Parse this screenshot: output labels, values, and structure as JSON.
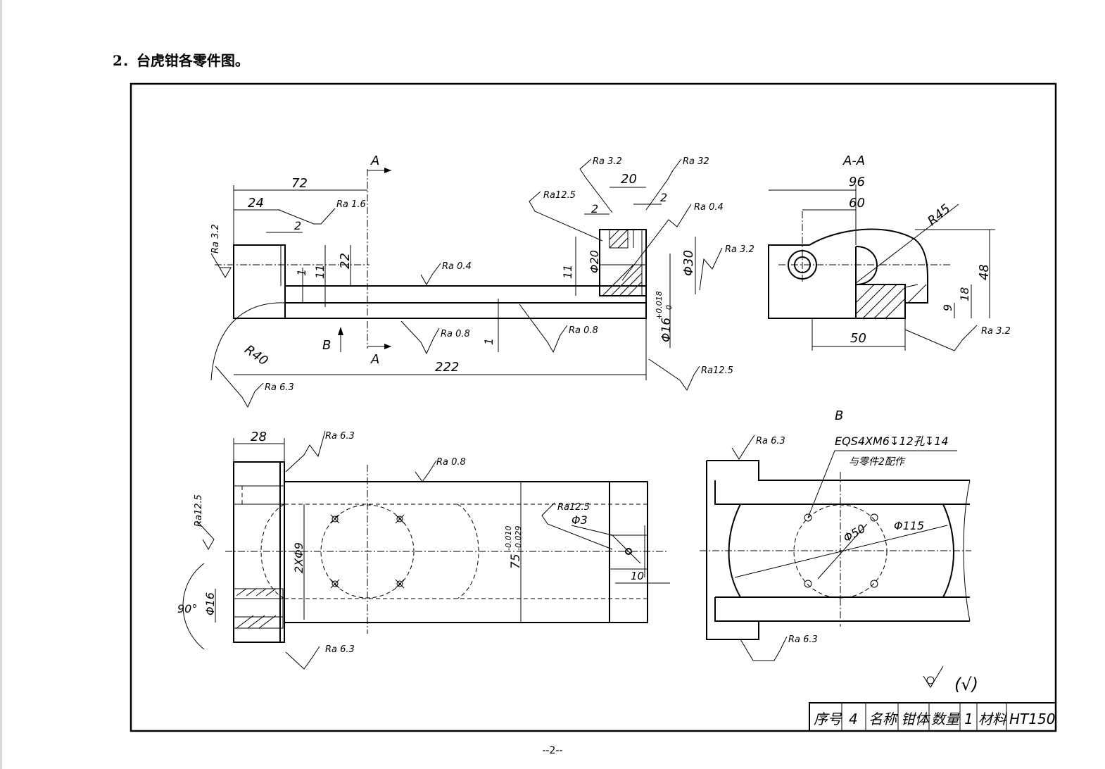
{
  "heading": "2．台虎钳各零件图。",
  "page_number": "--2--",
  "views": {
    "section_label_a_top": "A",
    "section_label_a_bottom": "A",
    "arrow_label_b": "B",
    "section_title_aa": "A-A",
    "view_title_b": "B"
  },
  "dimensions": {
    "d72": "72",
    "d24": "24",
    "d2a": "2",
    "d11": "11",
    "d22": "22",
    "d1a": "1",
    "d222": "222",
    "r40": "R40",
    "d1b": "1",
    "d20": "20",
    "d2b": "2",
    "d2c": "2",
    "dia20": "Φ20",
    "d11b": "11",
    "dia30": "Φ30",
    "dia16tol": "Φ16",
    "tol_upper": "+0.018",
    "tol_lower": "0",
    "d96": "96",
    "d60": "60",
    "r45": "R45",
    "d48": "48",
    "d18": "18",
    "d9": "9",
    "d50": "50",
    "d28": "28",
    "hole2x9": "2XΦ9",
    "dia16b": "Φ16",
    "ang90": "90°",
    "d75": "75",
    "tol75_upper": "-0.010",
    "tol75_lower": "-0.029",
    "dia3": "Φ3",
    "d10": "10",
    "thread_note": "EQS4XM6↧12孔↧14",
    "fit_note": "与零件2配作",
    "dia50": "Φ50",
    "dia115": "Φ115"
  },
  "roughness": {
    "ra16": "Ra 1.6",
    "ra32a": "Ra 3.2",
    "ra04a": "Ra 0.4",
    "ra08a": "Ra 0.8",
    "ra08b": "Ra 0.8",
    "ra63a": "Ra 6.3",
    "ra32b": "Ra 3.2",
    "ra125a": "Ra12.5",
    "ra32c": "Ra 32",
    "ra04b": "Ra 0.4",
    "ra32d": "Ra 3.2",
    "ra125b": "Ra12.5",
    "ra32e": "Ra 3.2",
    "ra63b": "Ra 6.3",
    "ra08c": "Ra 0.8",
    "ra125c": "Ra12.5",
    "ra125d": "Ra12.5",
    "ra63c": "Ra 6.3",
    "ra63d": "Ra 6.3",
    "ra63e": "Ra 6.3",
    "other_surfaces": "(√)"
  },
  "title_block": {
    "seq_label": "序号",
    "seq_value": "4",
    "name_label": "名称",
    "name_value": "钳体",
    "qty_label": "数量",
    "qty_value": "1",
    "material_label": "材料",
    "material_value": "HT150"
  }
}
